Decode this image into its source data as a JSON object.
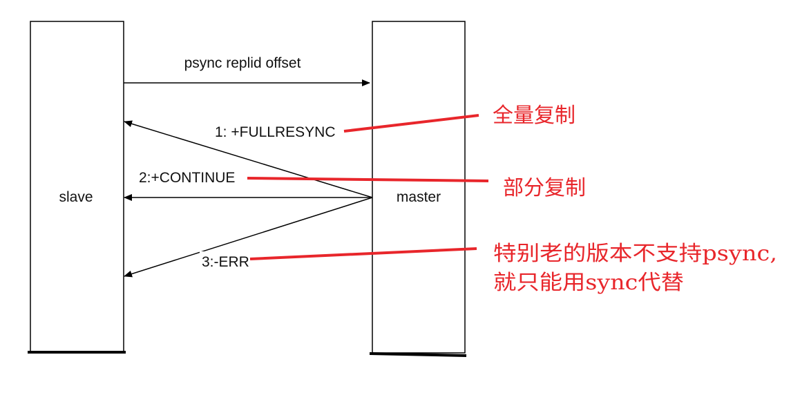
{
  "nodes": {
    "slave": "slave",
    "master": "master"
  },
  "messages": {
    "psync": "psync replid offset",
    "fullresync": "1: +FULLRESYNC",
    "continue": "2:+CONTINUE",
    "err": "3:-ERR"
  },
  "annotations": {
    "full_copy": "全量复制",
    "partial_copy": "部分复制",
    "old_version_line1": "特别老的版本不支持psync,",
    "old_version_line2": "就只能用sync代替"
  },
  "colors": {
    "line": "#000000",
    "annotation": "#e8262b"
  }
}
